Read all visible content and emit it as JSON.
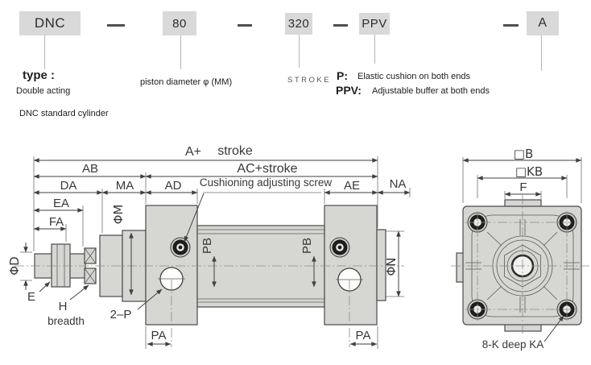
{
  "colors": {
    "background": "#ffffff",
    "code_box_bg": "#d9d9d9",
    "part_fill": "#d6d6d3",
    "outline": "#4a4a4a",
    "dimension_line": "#3f3f3f"
  },
  "ordering_code": {
    "separator": "—",
    "boxes": [
      {
        "text": "DNC"
      },
      {
        "text": "80"
      },
      {
        "text": "320"
      },
      {
        "text": "PPV"
      },
      {
        "text": "A"
      }
    ],
    "labels": {
      "type_title": "type :",
      "type_desc1": "Double acting",
      "type_desc2": "DNC standard cylinder",
      "piston_diameter": "piston diameter φ (MM)",
      "stroke": "STROKE",
      "p_key": "P:",
      "p_desc": "Elastic cushion on both ends",
      "ppv_key": "PPV:",
      "ppv_desc": "Adjustable buffer at both ends"
    }
  },
  "side_view": {
    "dim_labels": {
      "a_plus": "A+",
      "stroke_word": "stroke",
      "ab": "AB",
      "ac_stroke": "AC+stroke",
      "da": "DA",
      "ma": "MA",
      "ad": "AD",
      "cushion_note": "Cushioning adjusting screw",
      "ae": "AE",
      "na": "NA",
      "ea": "EA",
      "fa": "FA",
      "phi_m": "ΦM",
      "phi_d": "ΦD",
      "phi_n": "ΦN",
      "pb": "PB",
      "pa": "PA",
      "two_p": "2–P",
      "e": "E",
      "h": "H",
      "breadth": "breadth"
    }
  },
  "end_view": {
    "dim_labels": {
      "b": "□B",
      "kb": "□KB",
      "f": "F",
      "hole_note": "8-K deep KA"
    }
  }
}
